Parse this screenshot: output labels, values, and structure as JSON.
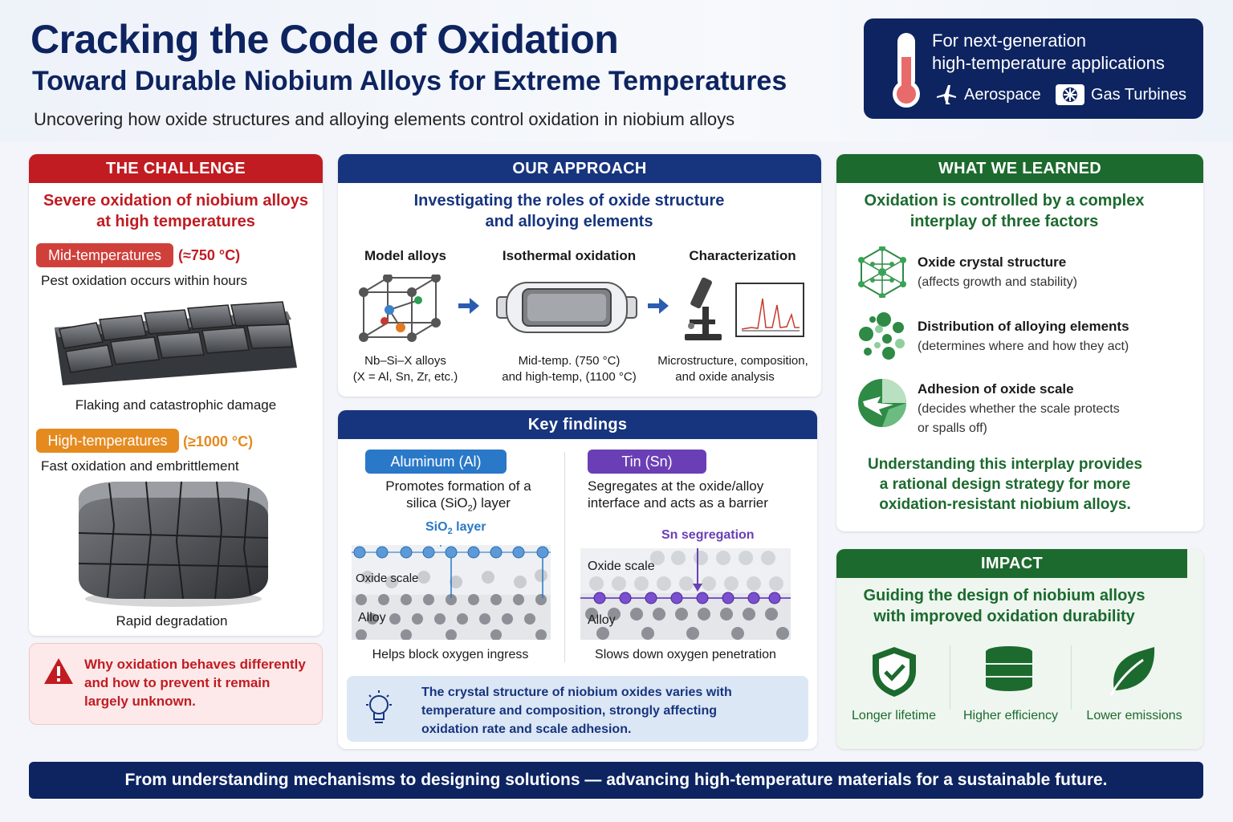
{
  "header": {
    "title": "Cracking the Code of Oxidation",
    "subtitle": "Toward Durable Niobium Alloys for Extreme Temperatures",
    "tagline": "Uncovering how oxide structures and alloying elements control oxidation in niobium alloys"
  },
  "applications": {
    "line1": "For next-generation",
    "line2": "high-temperature applications",
    "tags": [
      "Aerospace",
      "Gas Turbines"
    ]
  },
  "challenge": {
    "heading": "THE CHALLENGE",
    "summary_line1": "Severe oxidation of niobium alloys",
    "summary_line2": "at high temperatures",
    "mid": {
      "label": "Mid-temperatures",
      "temp": "(≈750 °C)",
      "desc": "Pest oxidation occurs within hours",
      "caption": "Flaking and catastrophic damage"
    },
    "high": {
      "label": "High-temperatures",
      "temp": "(≥1000 °C)",
      "desc": "Fast oxidation and embrittlement",
      "caption": "Rapid degradation"
    },
    "warning_line1": "Why oxidation behaves differently",
    "warning_line2": "and how to prevent it remain",
    "warning_line3": "largely unknown."
  },
  "approach": {
    "heading": "OUR APPROACH",
    "summary_line1": "Investigating the roles of oxide structure",
    "summary_line2": "and alloying elements",
    "steps": [
      {
        "title": "Model alloys",
        "line1": "Nb–Si–X alloys",
        "line2": "(X = Al, Sn, Zr, etc.)"
      },
      {
        "title": "Isothermal oxidation",
        "line1": "Mid-temp. (750 °C)",
        "line2": "and high-temp, (1100 °C)"
      },
      {
        "title": "Characterization",
        "line1": "Microstructure, composition,",
        "line2": "and oxide analysis"
      }
    ]
  },
  "findings": {
    "heading": "Key findings",
    "al": {
      "label": "Aluminum (Al)",
      "line1": "Promotes formation of a",
      "line2_pre": "silica (SiO",
      "line2_sub": "2",
      "line2_post": ") layer",
      "layer_pre": "SiO",
      "layer_sub": "2",
      "layer_post": " layer",
      "oxide": "Oxide scale",
      "alloy": "Alloy",
      "caption": "Helps block oxygen ingress"
    },
    "sn": {
      "label": "Tin (Sn)",
      "line1": "Segregates at the oxide/alloy",
      "line2": "interface and acts as a barrier",
      "segregation": "Sn segregation",
      "oxide": "Oxide scale",
      "alloy": "Alloy",
      "caption": "Slows down oxygen penetration"
    },
    "insight_line1": "The crystal structure of niobium oxides varies with",
    "insight_line2": "temperature and composition, strongly affecting",
    "insight_line3": "oxidation rate and scale adhesion."
  },
  "learned": {
    "heading": "WHAT WE LEARNED",
    "summary_line1": "Oxidation is controlled by a complex",
    "summary_line2": "interplay of three factors",
    "factors": [
      {
        "title": "Oxide crystal structure",
        "line1": "(affects growth and stability)",
        "line2": ""
      },
      {
        "title": "Distribution of alloying elements",
        "line1": "(determines where and how they act)",
        "line2": ""
      },
      {
        "title": "Adhesion of oxide scale",
        "line1": "(decides whether the scale protects",
        "line2": "or spalls off)"
      }
    ],
    "conclusion_line1": "Understanding this interplay provides",
    "conclusion_line2": "a rational design strategy for more",
    "conclusion_line3": "oxidation-resistant niobium alloys."
  },
  "impact": {
    "heading": "IMPACT",
    "summary_line1": "Guiding the design of niobium alloys",
    "summary_line2": "with improved oxidation durability",
    "items": [
      "Longer lifetime",
      "Higher efficiency",
      "Lower emissions"
    ]
  },
  "footer": "From understanding mechanisms to designing solutions — advancing high-temperature materials for a sustainable future.",
  "colors": {
    "navy": "#0d2461",
    "red": "#c01c22",
    "green": "#1c6a2e",
    "blue_pill": "#2a78c8",
    "purple_pill": "#6a3fb5",
    "mid_pill": "#d0403a",
    "high_pill": "#e58a1f"
  }
}
